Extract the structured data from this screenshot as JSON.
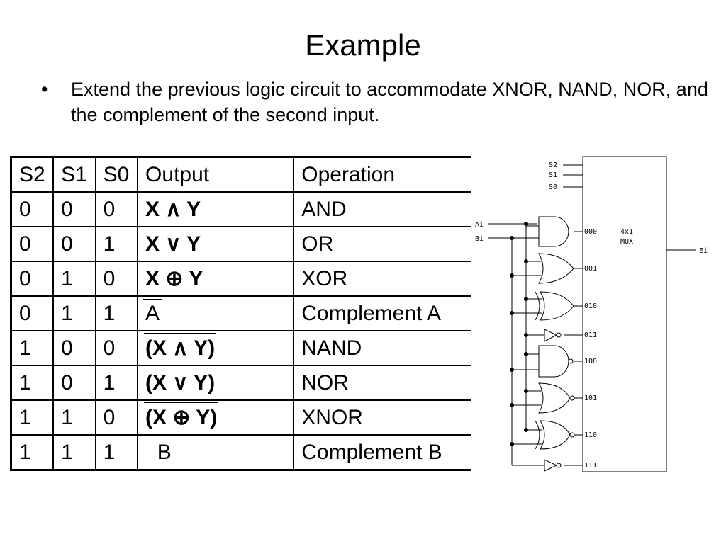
{
  "slide": {
    "title": "Example",
    "bullet": "Extend the previous logic circuit to accommodate XNOR, NAND, NOR, and the complement of the second input."
  },
  "table": {
    "headers": [
      "S2",
      "S1",
      "S0",
      "Output",
      "Operation"
    ],
    "rows": [
      {
        "s2": "0",
        "s1": "0",
        "s0": "0",
        "output": "X ∧ Y",
        "operation": "AND"
      },
      {
        "s2": "0",
        "s1": "0",
        "s0": "1",
        "output": "X ∨ Y",
        "operation": "OR"
      },
      {
        "s2": "0",
        "s1": "1",
        "s0": "0",
        "output": "X ⊕ Y",
        "operation": "XOR"
      },
      {
        "s2": "0",
        "s1": "1",
        "s0": "1",
        "output": "A",
        "operation": "Complement A"
      },
      {
        "s2": "1",
        "s1": "0",
        "s0": "0",
        "output": "(X ∧ Y)",
        "operation": "NAND"
      },
      {
        "s2": "1",
        "s1": "0",
        "s0": "1",
        "output": "(X ∨ Y)",
        "operation": "NOR"
      },
      {
        "s2": "1",
        "s1": "1",
        "s0": "0",
        "output": "(X ⊕ Y)",
        "operation": "XNOR"
      },
      {
        "s2": "1",
        "s1": "1",
        "s0": "1",
        "output": "B",
        "operation": "Complement B"
      }
    ]
  },
  "circuit": {
    "select_labels": [
      "S2",
      "S1",
      "S0"
    ],
    "input_labels": [
      "Ai",
      "Bi"
    ],
    "mux_label_line1": "4x1",
    "mux_label_line2": "MUX",
    "output_label": "Ei",
    "mux_inputs": [
      "000",
      "001",
      "010",
      "011",
      "100",
      "101",
      "110",
      "111"
    ]
  }
}
